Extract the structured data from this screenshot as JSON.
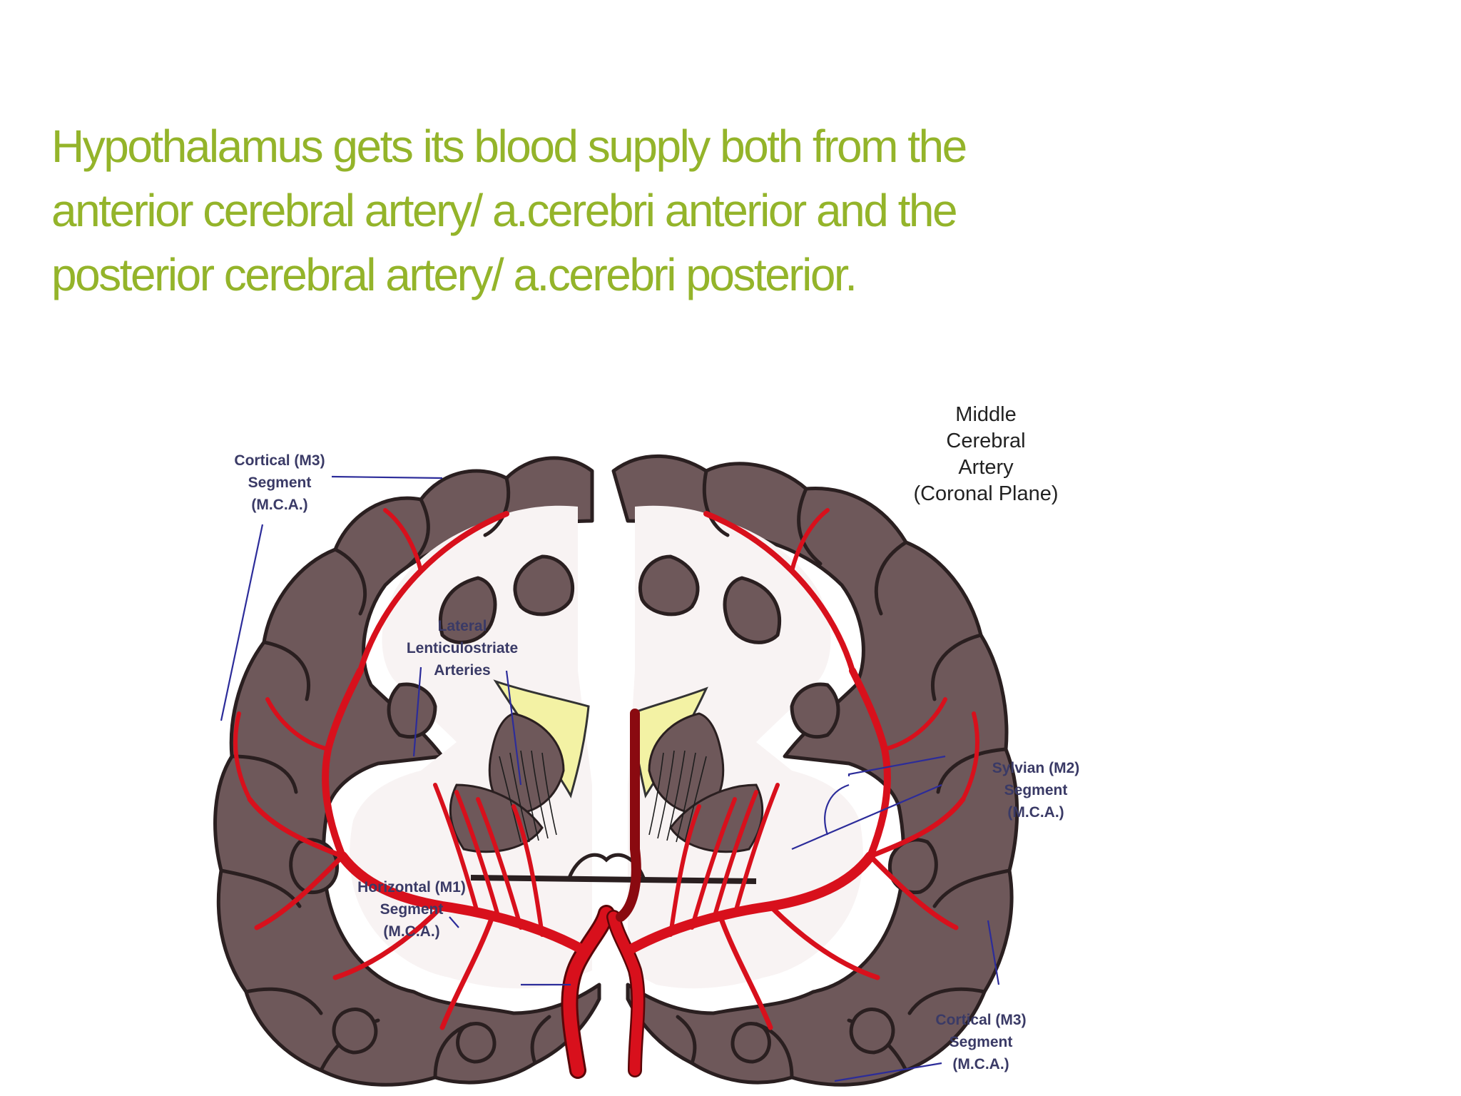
{
  "slide": {
    "title_lines": [
      "Hypothalamus gets its blood supply both from the",
      "anterior cerebral artery/ a.cerebri anterior and the",
      "posterior cerebral artery/ a.cerebri posterior."
    ],
    "title_color": "#94b42a"
  },
  "diagram": {
    "labels": {
      "mca_title": [
        "Middle",
        "Cerebral",
        "Artery",
        "(Coronal Plane)"
      ],
      "cortical_left": [
        "Cortical (M3)",
        "Segment",
        "(M.C.A.)"
      ],
      "lenticulostriate": [
        "Lateral",
        "Lenticulostriate",
        "Arteries"
      ],
      "sylvian": [
        "Sylvian (M2)",
        "Segment",
        "(M.C.A.)"
      ],
      "horizontal": [
        "Horizontal (M1)",
        "Segment",
        "(M.C.A.)"
      ],
      "cortical_right": [
        "Cortical (M3)",
        "Segment",
        "(M.C.A.)"
      ]
    },
    "colors": {
      "gray_matter": "#6e585a",
      "white_matter": "#f8f3f3",
      "artery": "#d8101c",
      "ventricle": "#f3f2a4",
      "leader_line": "#2c2c9a"
    }
  }
}
